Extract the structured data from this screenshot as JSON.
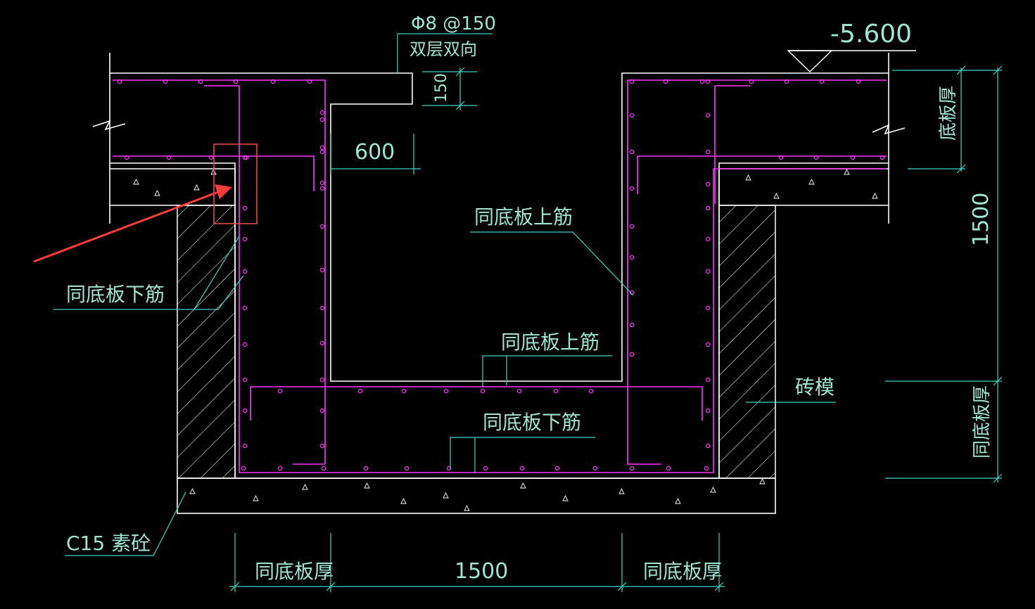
{
  "labels": {
    "rebar_spec": "Φ8 @150",
    "rebar_layers": "双层双向",
    "dim_150": "150",
    "dim_600": "600",
    "elevation": "-5.600",
    "slab_thickness": "底板厚",
    "dim_1500_vertical": "1500",
    "same_slab_thickness_right": "同底板厚",
    "top_bar_upper": "同底板上筋",
    "top_bar_lower": "同底板上筋",
    "bottom_bar_left": "同底板下筋",
    "bottom_bar_center": "同底板下筋",
    "brick_form": "砖模",
    "plain_concrete": "C15 素砼",
    "same_slab_thickness_bottom_left": "同底板厚",
    "dim_1500_bottom": "1500",
    "same_slab_thickness_bottom_right": "同底板厚"
  },
  "colors": {
    "background": "#000000",
    "outline": "#ffffff",
    "rebar": "#ff33ff",
    "annotation": "#39d6c2",
    "text": "#9fe6d2",
    "highlight_arrow": "#ff3b3b"
  }
}
